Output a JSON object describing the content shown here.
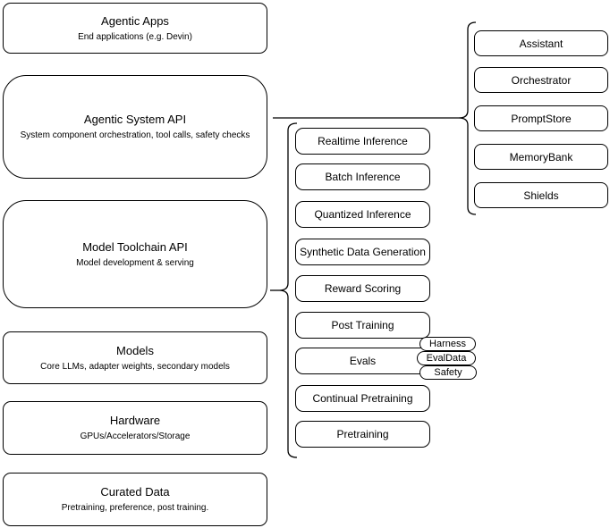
{
  "left_stack": [
    {
      "title": "Agentic Apps",
      "subtitle": "End applications (e.g. Devin)"
    },
    {
      "title": "Agentic System API",
      "subtitle": "System component orchestration, tool calls, safety checks"
    },
    {
      "title": "Model Toolchain API",
      "subtitle": "Model development & serving"
    },
    {
      "title": "Models",
      "subtitle": "Core LLMs, adapter weights, secondary models"
    },
    {
      "title": "Hardware",
      "subtitle": "GPUs/Accelerators/Storage"
    },
    {
      "title": "Curated Data",
      "subtitle": "Pretraining, preference, post training."
    }
  ],
  "toolchain_stack": [
    "Realtime Inference",
    "Batch Inference",
    "Quantized Inference",
    "Synthetic Data Generation",
    "Reward Scoring",
    "Post Training",
    "Evals",
    "Continual Pretraining",
    "Pretraining"
  ],
  "evals_pills": [
    "Harness",
    "EvalData",
    "Safety"
  ],
  "system_stack": [
    "Assistant",
    "Orchestrator",
    "PromptStore",
    "MemoryBank",
    "Shields"
  ],
  "colors": {
    "stroke": "#000000",
    "background": "#ffffff",
    "text": "#000000"
  }
}
